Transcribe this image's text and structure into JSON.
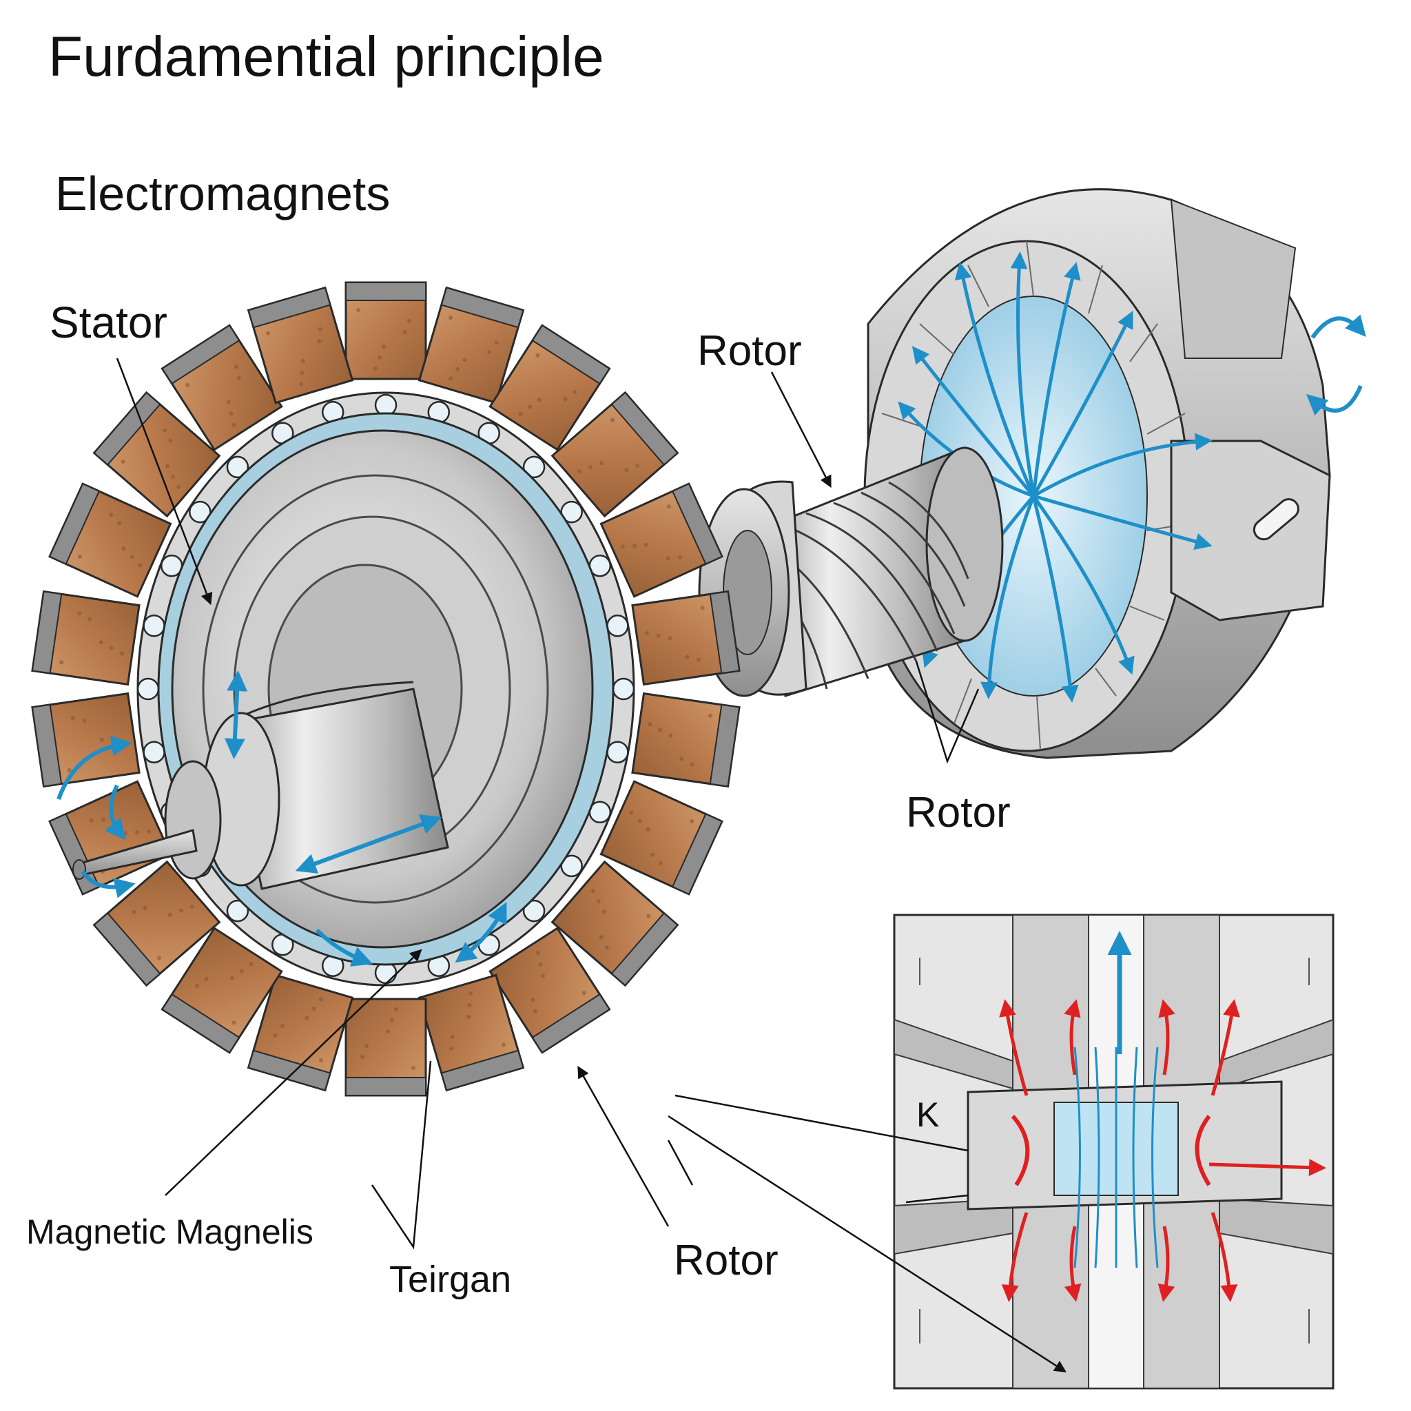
{
  "title": "Furdamential principle",
  "subtitle": "Electromagnets",
  "labels": {
    "stator": "Stator",
    "rotor_top": "Rotor",
    "rotor_right": "Rotor",
    "rotor_bottom": "Rotor",
    "magnetic": "Magnetic Magnelis",
    "teirgan": "Teirgan",
    "inset_k": "K"
  },
  "colors": {
    "copper": "#b97a4c",
    "copper_dark": "#8a5530",
    "steel": "#c8c8c8",
    "steel_dark": "#8c8c8c",
    "field_blue": "#1e8fc8",
    "field_red": "#e02020",
    "outline": "#2a2a2a"
  }
}
